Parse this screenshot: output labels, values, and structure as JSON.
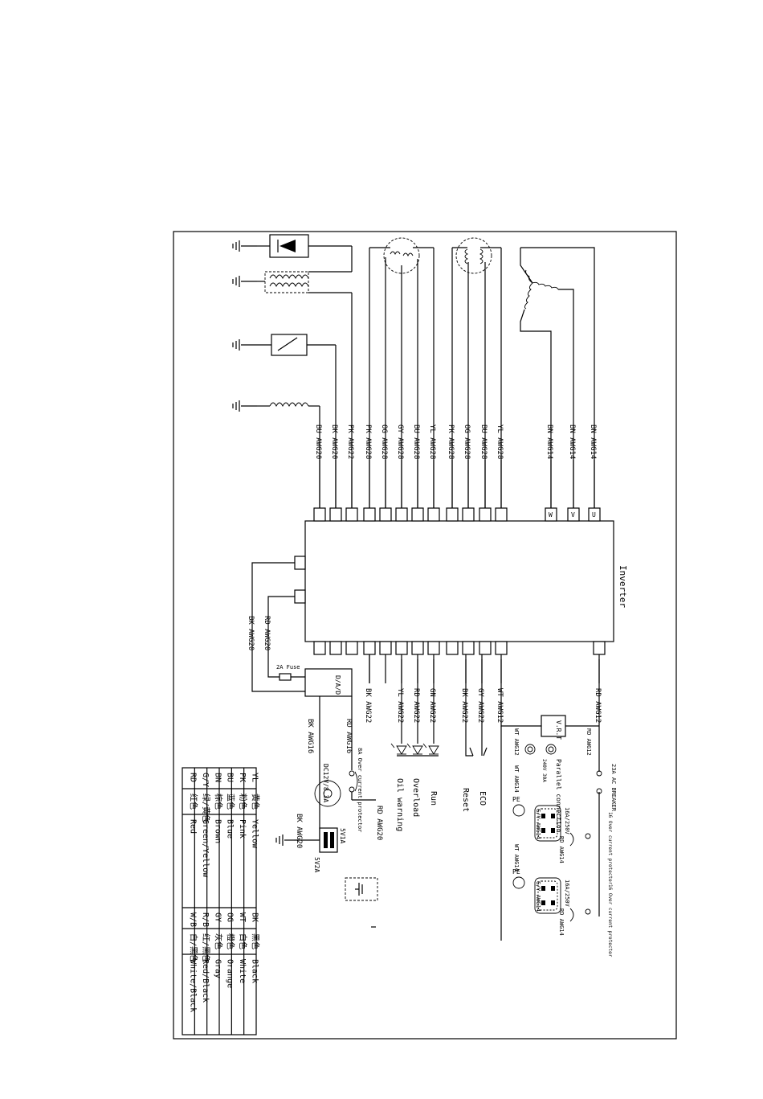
{
  "inverter": {
    "label": "Inverter"
  },
  "top_wires": [
    {
      "label": "BU AWG20"
    },
    {
      "label": "BK AWG20"
    },
    {
      "label": "PK AWG22"
    },
    {
      "label": "PK AWG28"
    },
    {
      "label": "OG AWG28"
    },
    {
      "label": "GY AWG28"
    },
    {
      "label": "BU AWG28"
    },
    {
      "label": "YL AWG28"
    },
    {
      "label": "PK AWG28"
    },
    {
      "label": "OG AWG28"
    },
    {
      "label": "BU AWG28"
    },
    {
      "label": "YL AWG28"
    },
    {
      "label": "BN AWG14"
    },
    {
      "label": "BN AWG14"
    },
    {
      "label": "BN AWG14"
    }
  ],
  "phase_terminals": [
    "W",
    "V",
    "U"
  ],
  "bottom_wires": [
    {
      "label": "BK AWG22"
    },
    {
      "label": "YL AWG22"
    },
    {
      "label": "RD AWG22"
    },
    {
      "label": "GN AWG22"
    },
    {
      "label": "BK AWG22"
    },
    {
      "label": "GY AWG22"
    },
    {
      "label": "WT AWG12"
    },
    {
      "label": "RD AWG12"
    }
  ],
  "left_wires": [
    {
      "label": "BK AWG20"
    },
    {
      "label": "RD AWG20"
    }
  ],
  "dcdc": {
    "label": "D/A/D",
    "fuse": "2A Fuse"
  },
  "dc_side": {
    "bk16": "BK AWG16",
    "rd16": "RD AWG16",
    "protector": "8A Over current protector",
    "outlet": "DC12V/8.3A",
    "bk20": "BK AWG20",
    "rd20": "RD AWG20",
    "usb1": "5V1A",
    "usb2": "5V2A"
  },
  "indicators": [
    "Oil warning",
    "Overload",
    "Run"
  ],
  "switches": [
    "Reset",
    "ECO"
  ],
  "ac_side": {
    "vrt": "V.R.T",
    "wt12": "WT AWG12",
    "rd12": "RD AWG12",
    "breaker": "23A AC BREAKER",
    "parallel": "Parallel connection",
    "parallel_spec": "240V 30A",
    "wt14": "WT AWG14",
    "rd14": "RD AWG14",
    "gy14": "G/Y AWG14",
    "socket_rating": "16A/250V",
    "pe": "PE",
    "protector": "16 Over current protector"
  },
  "color_table": {
    "left": [
      {
        "code": "YL",
        "cn": "黄色",
        "en": "Yellow"
      },
      {
        "code": "PK",
        "cn": "粉色",
        "en": "Pink"
      },
      {
        "code": "BU",
        "cn": "蓝色",
        "en": "Blue"
      },
      {
        "code": "BN",
        "cn": "棕色",
        "en": "Brown"
      },
      {
        "code": "G/Y",
        "cn": "绿/黄色",
        "en": "Green/Yellow"
      },
      {
        "code": "RD",
        "cn": "红色",
        "en": "Red"
      }
    ],
    "right": [
      {
        "code": "BK",
        "cn": "黑色",
        "en": "Black"
      },
      {
        "code": "WT",
        "cn": "白色",
        "en": "White"
      },
      {
        "code": "OG",
        "cn": "橙色",
        "en": "Orange"
      },
      {
        "code": "GY",
        "cn": "灰色",
        "en": "Gray"
      },
      {
        "code": "R/B",
        "cn": "红/黑色",
        "en": "Red/Black"
      },
      {
        "code": "W/B",
        "cn": "白/黑色",
        "en": "White/Black"
      }
    ]
  }
}
